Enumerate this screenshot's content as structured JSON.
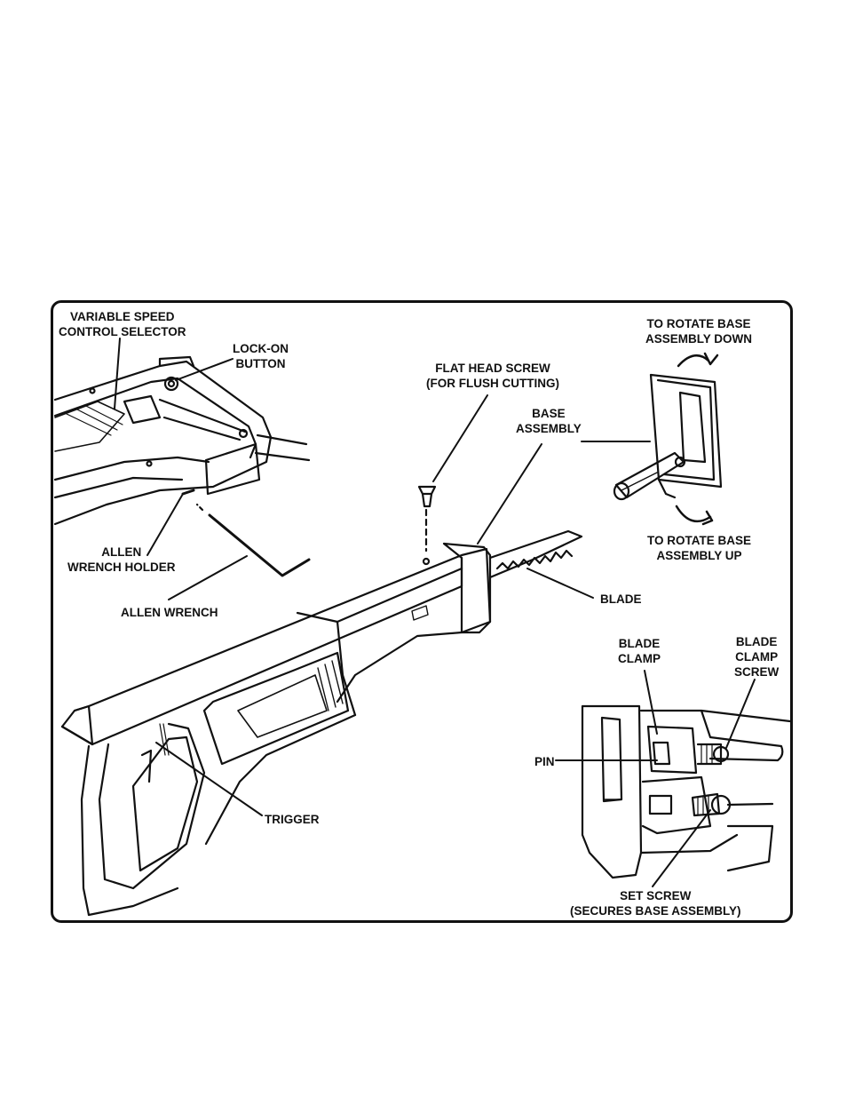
{
  "colors": {
    "ink": "#111111",
    "paper": "#ffffff"
  },
  "labels": {
    "variable_speed": [
      "VARIABLE SPEED",
      "CONTROL SELECTOR"
    ],
    "lock_on": [
      "LOCK-ON",
      "BUTTON"
    ],
    "flat_head_screw": [
      "FLAT HEAD SCREW",
      "(FOR FLUSH CUTTING)"
    ],
    "rotate_down": [
      "TO ROTATE BASE",
      "ASSEMBLY DOWN"
    ],
    "base_assembly": [
      "BASE",
      "ASSEMBLY"
    ],
    "rotate_up": [
      "TO ROTATE BASE",
      "ASSEMBLY UP"
    ],
    "allen_holder": [
      "ALLEN",
      "WRENCH HOLDER"
    ],
    "allen_wrench": "ALLEN WRENCH",
    "blade": "BLADE",
    "blade_clamp": [
      "BLADE",
      "CLAMP"
    ],
    "blade_clamp_screw": [
      "BLADE",
      "CLAMP",
      "SCREW"
    ],
    "pin": "PIN",
    "trigger": "TRIGGER",
    "set_screw": [
      "SET SCREW",
      "(SECURES BASE ASSEMBLY)"
    ]
  }
}
